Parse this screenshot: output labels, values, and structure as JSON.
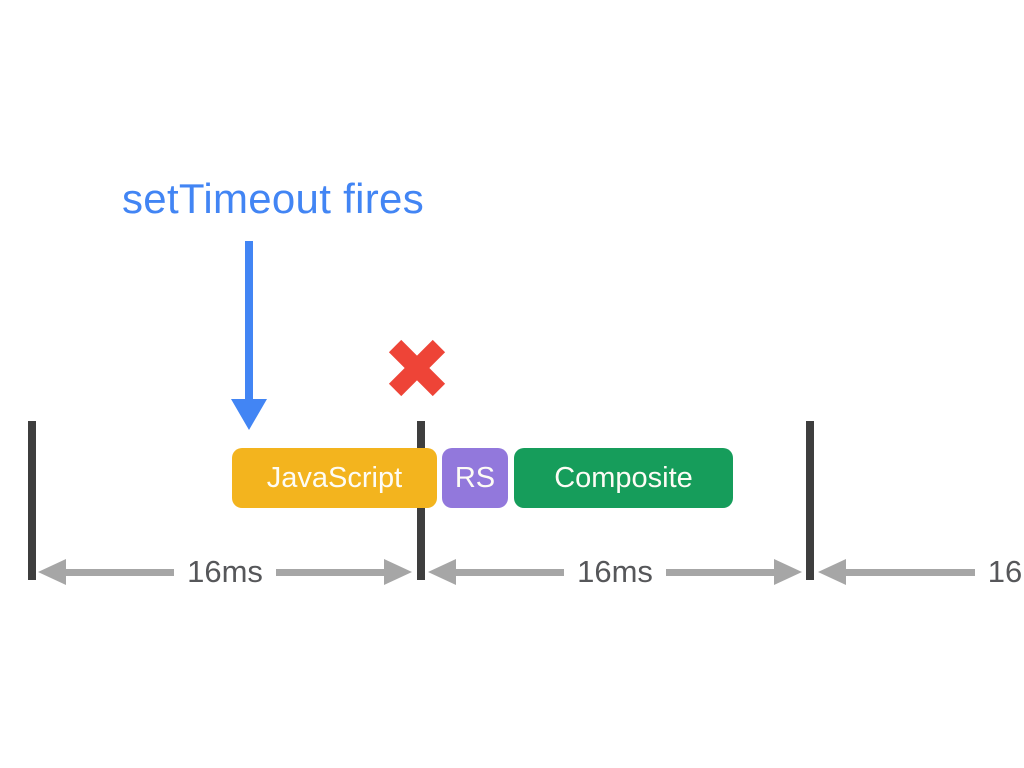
{
  "diagram": {
    "title": "setTimeout fires",
    "title_color": "#4285F4",
    "arrow_color": "#4285F4",
    "x_icon_color": "#EE4437",
    "frame_line_color": "#3E3E3E",
    "interval_arrow_color": "#A6A6A6",
    "interval_text_color": "#56575A",
    "block_text_color": "#FDFCF5",
    "background_color": "#FFFFFF",
    "icons": {
      "down_arrow_icon": "↓",
      "x_icon": "✖",
      "arrow_head_left_icon": "◄",
      "arrow_head_right_icon": "►"
    },
    "tasks": [
      {
        "label": "JavaScript",
        "color": "#F3B41E"
      },
      {
        "label": "RS",
        "color": "#9278DC"
      },
      {
        "label": "Composite",
        "color": "#169D5B"
      }
    ],
    "intervals": [
      {
        "label": "16ms"
      },
      {
        "label": "16ms"
      },
      {
        "label": "16"
      }
    ]
  }
}
